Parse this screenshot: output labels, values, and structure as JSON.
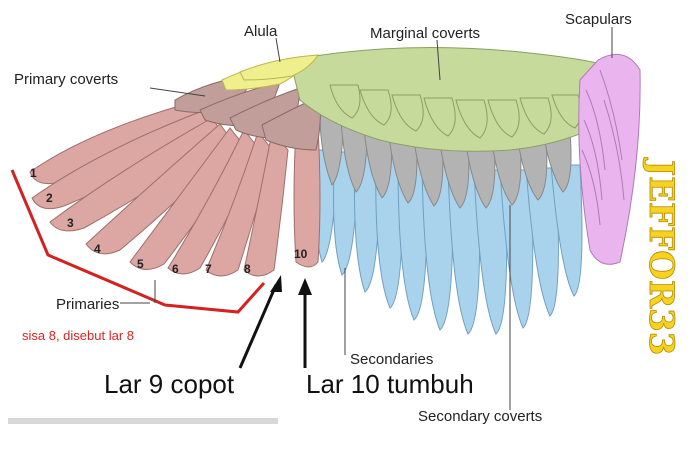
{
  "labels": {
    "alula": "Alula",
    "marginal_coverts": "Marginal coverts",
    "scapulars": "Scapulars",
    "primary_coverts": "Primary coverts",
    "primaries": "Primaries",
    "secondaries": "Secondaries",
    "secondary_coverts": "Secondary coverts"
  },
  "feather_numbers": [
    "1",
    "2",
    "3",
    "4",
    "5",
    "6",
    "7",
    "8",
    "10"
  ],
  "annotations": {
    "note_red": "sisa 8, disebut lar 8",
    "lar9": "Lar 9 copot",
    "lar10": "Lar 10 tumbuh"
  },
  "watermark": "JEFFOR33",
  "colors": {
    "primaries": "#dca6a2",
    "secondaries": "#a9d3ec",
    "coverts_grey": "#b4b3b4",
    "marginal_green": "#c5da9b",
    "alula_yellow": "#f0ef8d",
    "scapulars_pink": "#eab5ee",
    "annotation_red": "#d22222"
  }
}
